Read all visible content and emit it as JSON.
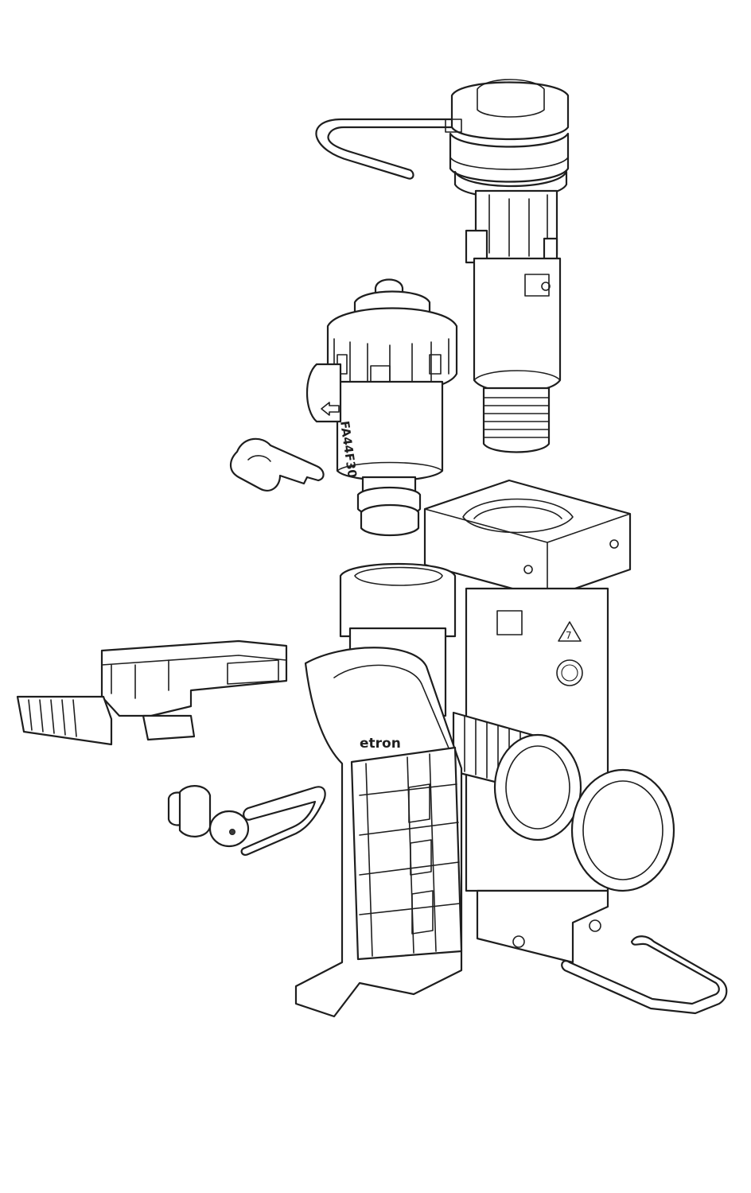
{
  "drawing": {
    "line_color": "#1e1e1e",
    "background": "#ffffff"
  },
  "labels": {
    "cartridge_marking": "FA44F30",
    "brand_mark": "etron",
    "recycling_code": "7"
  }
}
